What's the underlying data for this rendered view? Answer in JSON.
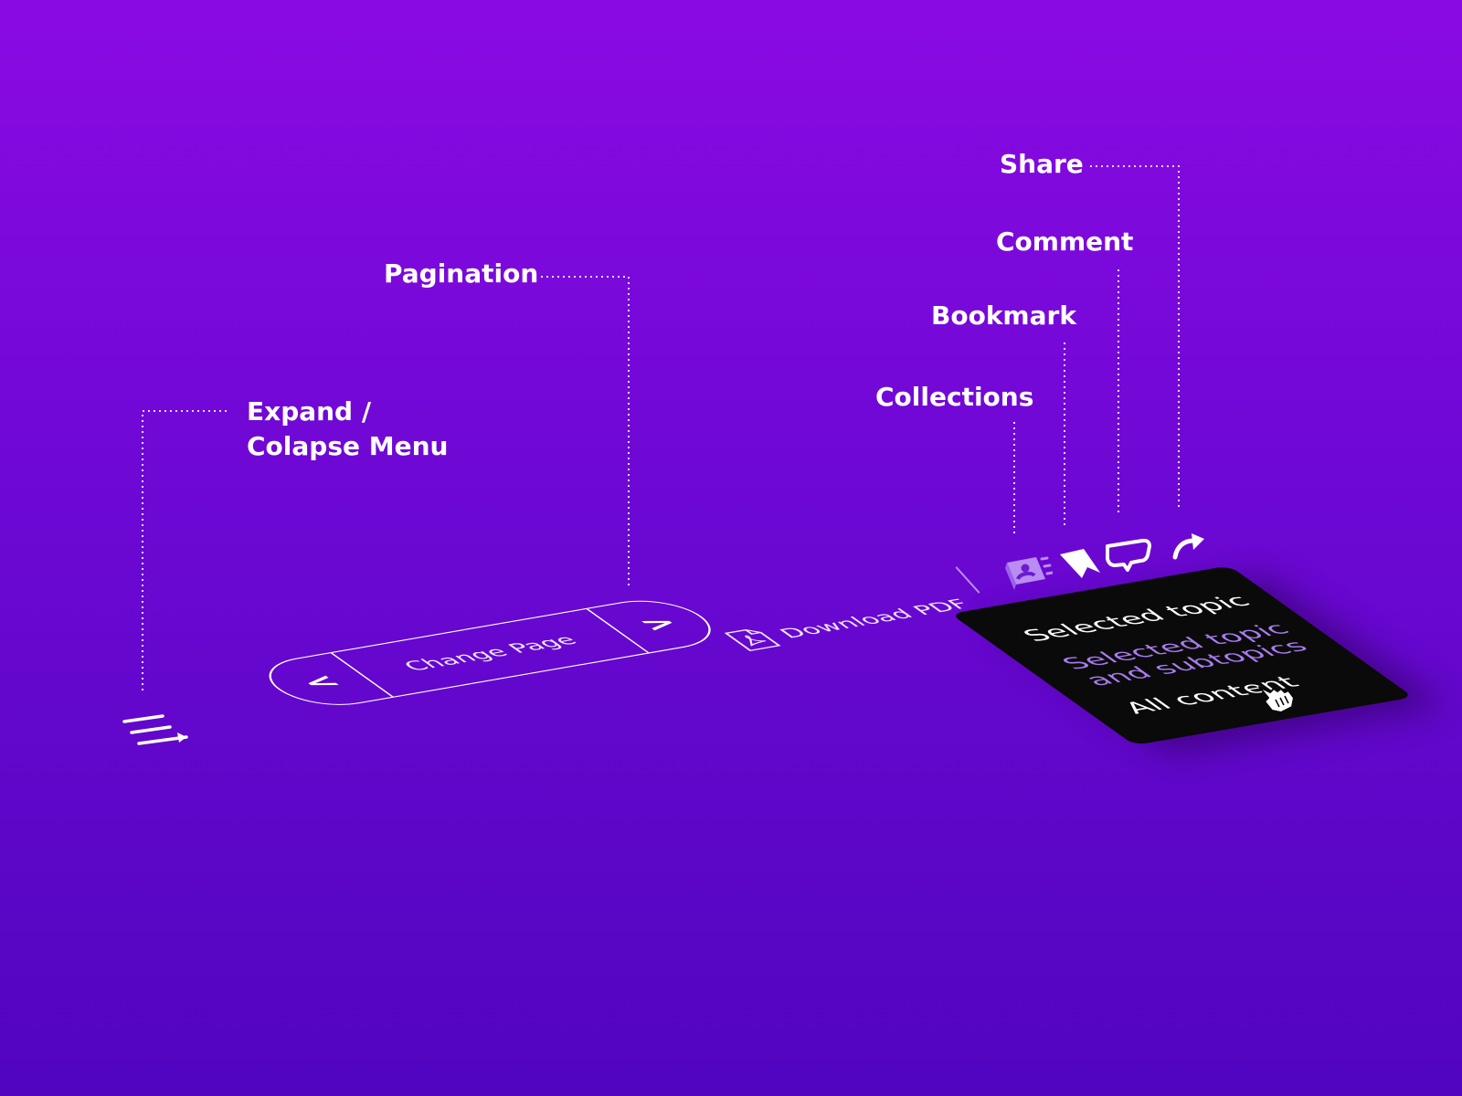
{
  "labels": {
    "expand": [
      "Expand /",
      "Colapse Menu"
    ],
    "pagination": "Pagination",
    "collections": "Collections",
    "bookmark": "Bookmark",
    "comment": "Comment",
    "share": "Share"
  },
  "toolbar": {
    "menu_icon": "menu-collapse-icon",
    "pager": {
      "prev_glyph": "<",
      "label": "Change Page",
      "next_glyph": ">"
    },
    "download_label": "Download PDF",
    "download_icon": "pdf-file-icon",
    "collections_icon": "collections-book-icon",
    "bookmark_icon": "bookmark-icon",
    "comment_icon": "comment-icon",
    "share_icon": "share-arrow-icon"
  },
  "dropdown": {
    "items": [
      {
        "label": "Selected topic",
        "active": false
      },
      {
        "label": "Selected topic and subtopics",
        "active": true
      },
      {
        "label": "All content",
        "active": false
      }
    ],
    "cursor_icon": "hand-pointer-icon"
  },
  "colors": {
    "bg_top": "#8b0ae3",
    "bg_bottom": "#5105bf",
    "accent": "#a97cf0",
    "dropdown_bg": "#0a0a0a",
    "text": "#ffffff"
  }
}
